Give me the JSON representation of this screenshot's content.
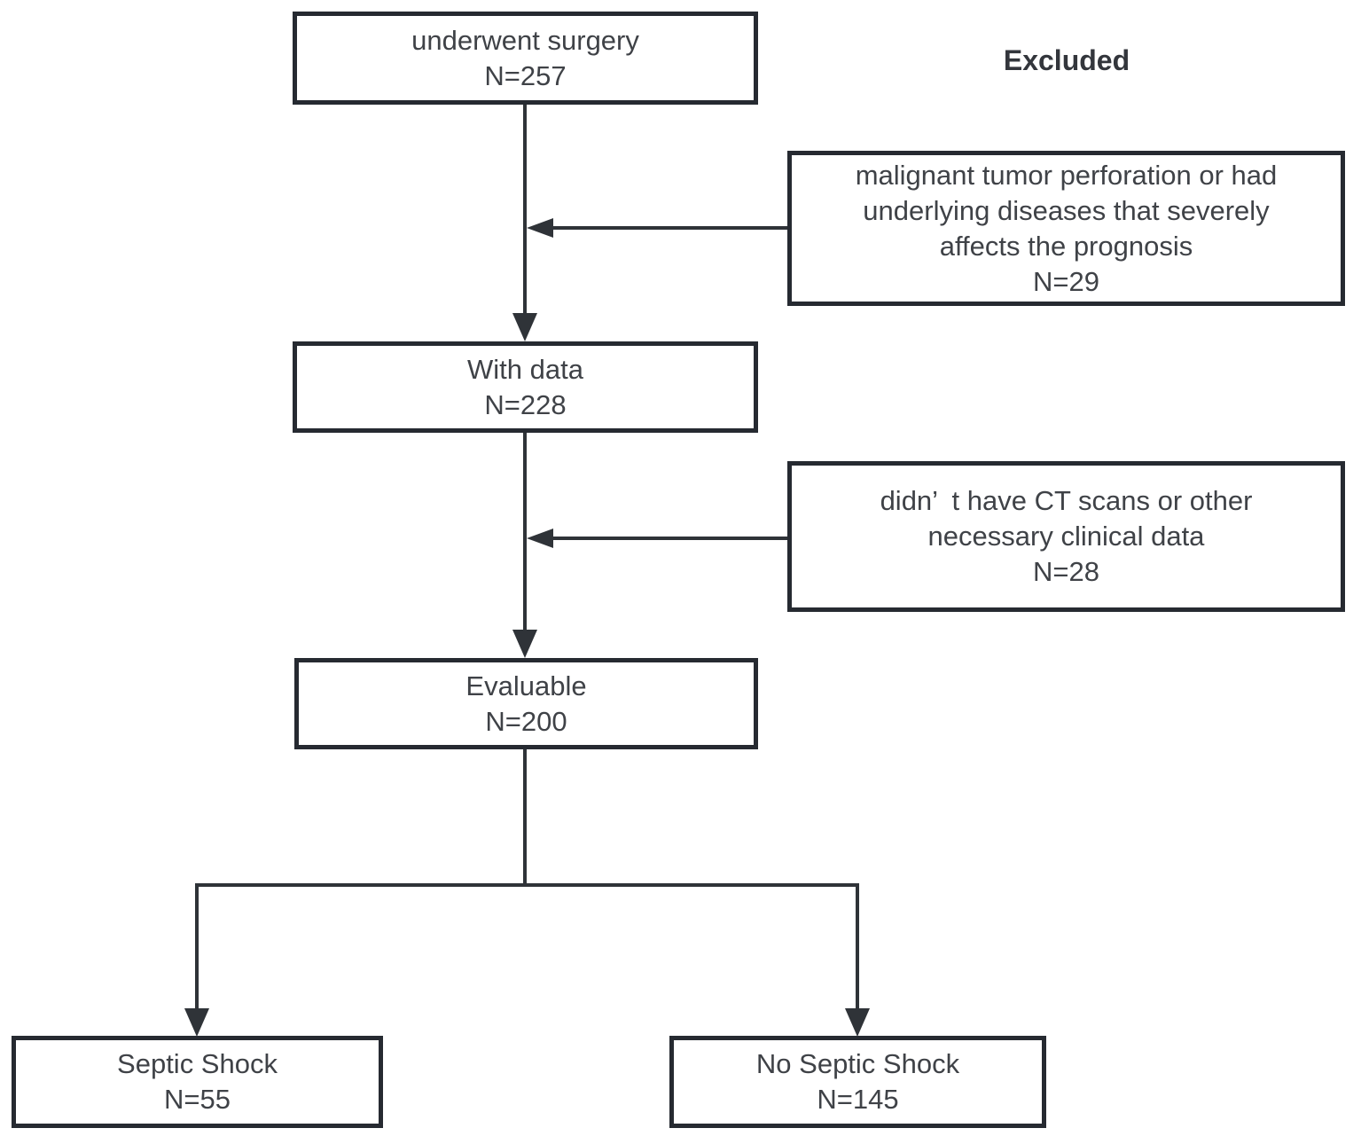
{
  "page": {
    "background": "#ffffff"
  },
  "colors": {
    "box_border": "#262a31",
    "connector": "#2f3338",
    "text": "#3f4247"
  },
  "excluded_heading": "Excluded",
  "nodes": {
    "surgery": {
      "label": "underwent surgery",
      "n": "N=257"
    },
    "excluded_1": {
      "label": "malignant tumor perforation or had\nunderlying diseases that severely\naffects the prognosis",
      "n": "N=29"
    },
    "with_data": {
      "label": "With data",
      "n": "N=228"
    },
    "excluded_2": {
      "label": "didn’ t have CT scans or other\nnecessary clinical data",
      "n": "N=28"
    },
    "evaluable": {
      "label": "Evaluable",
      "n": "N=200"
    },
    "septic_shock": {
      "label": "Septic Shock",
      "n": "N=55"
    },
    "no_septic_shock": {
      "label": "No Septic Shock",
      "n": "N=145"
    }
  },
  "flow": {
    "edges": [
      {
        "from": "surgery",
        "to": "with_data",
        "type": "arrow-down"
      },
      {
        "from": "excluded_1",
        "to": "surgery-with_data-path",
        "type": "arrow-left"
      },
      {
        "from": "with_data",
        "to": "evaluable",
        "type": "arrow-down"
      },
      {
        "from": "excluded_2",
        "to": "with_data-evaluable-path",
        "type": "arrow-left"
      },
      {
        "from": "evaluable",
        "to": "septic_shock",
        "type": "arrow-down"
      },
      {
        "from": "evaluable",
        "to": "no_septic_shock",
        "type": "arrow-down"
      }
    ]
  }
}
